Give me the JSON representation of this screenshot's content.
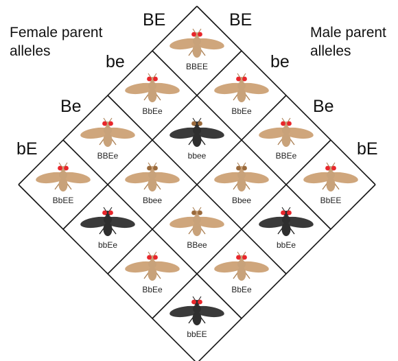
{
  "labels": {
    "female_parent": "Female parent\nalleles",
    "male_parent": "Male parent\nalleles"
  },
  "female_alleles": [
    "BE",
    "be",
    "Be",
    "bE"
  ],
  "male_alleles": [
    "BE",
    "be",
    "Be",
    "bE"
  ],
  "grid": [
    [
      {
        "genotype": "BBEE",
        "body": "tan",
        "eyes": "red"
      },
      {
        "genotype": "BbEe",
        "body": "tan",
        "eyes": "red"
      },
      {
        "genotype": "BBEe",
        "body": "tan",
        "eyes": "red"
      },
      {
        "genotype": "BbEE",
        "body": "tan",
        "eyes": "red"
      }
    ],
    [
      {
        "genotype": "BbEe",
        "body": "tan",
        "eyes": "red"
      },
      {
        "genotype": "bbee",
        "body": "black",
        "eyes": "brown"
      },
      {
        "genotype": "Bbee",
        "body": "tan",
        "eyes": "brown"
      },
      {
        "genotype": "bbEe",
        "body": "black",
        "eyes": "red"
      }
    ],
    [
      {
        "genotype": "BBEe",
        "body": "tan",
        "eyes": "red"
      },
      {
        "genotype": "Bbee",
        "body": "tan",
        "eyes": "brown"
      },
      {
        "genotype": "BBee",
        "body": "tan",
        "eyes": "brown"
      },
      {
        "genotype": "BbEe",
        "body": "tan",
        "eyes": "red"
      }
    ],
    [
      {
        "genotype": "BbEE",
        "body": "tan",
        "eyes": "red"
      },
      {
        "genotype": "bbEe",
        "body": "black",
        "eyes": "red"
      },
      {
        "genotype": "BbEe",
        "body": "tan",
        "eyes": "red"
      },
      {
        "genotype": "bbEE",
        "body": "black",
        "eyes": "red"
      }
    ]
  ],
  "colors": {
    "tan_body": "#c8a27a",
    "tan_wing": "#cfa67c",
    "black_body": "#2e2e2e",
    "black_wing": "#3a3a3a",
    "red_eye": "#e8262b",
    "brown_eye": "#9a6a3c",
    "grid_line": "#111111"
  }
}
